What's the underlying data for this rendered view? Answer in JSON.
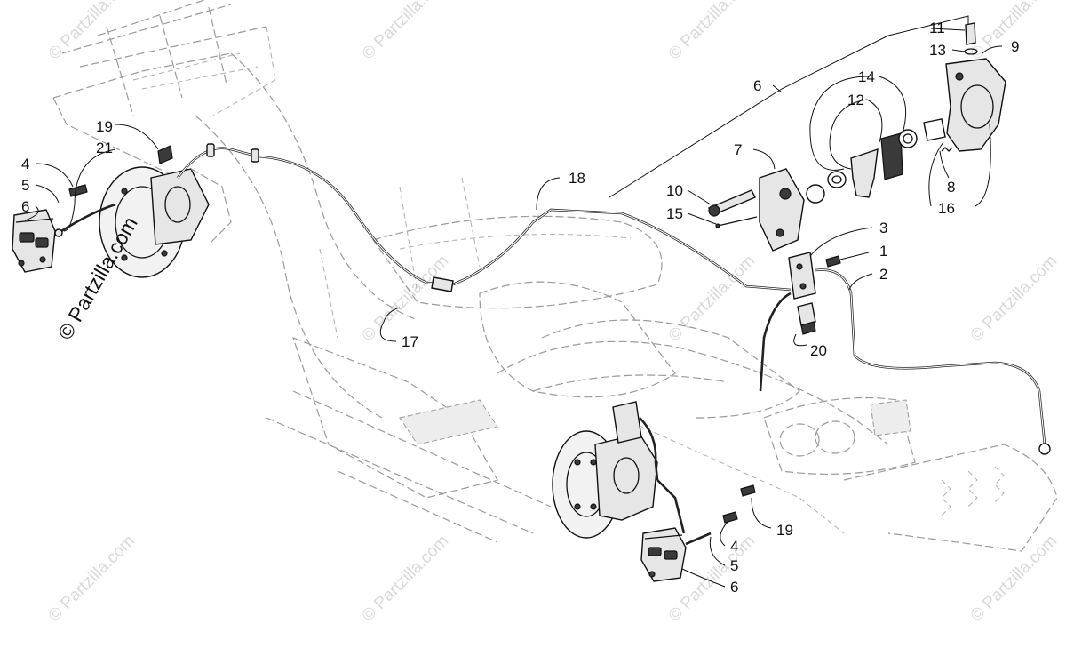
{
  "diagram": {
    "brand_watermark": "© Partzilla.com",
    "faint_watermark": "© Partzilla.com",
    "callouts": {
      "c11": "11",
      "c13": "13",
      "c9": "9",
      "c6_top": "6",
      "c14": "14",
      "c12": "12",
      "c7": "7",
      "c8": "8",
      "c16": "16",
      "c10": "10",
      "c15": "15",
      "c18": "18",
      "c3": "3",
      "c1": "1",
      "c2": "2",
      "c20": "20",
      "c19_left": "19",
      "c21": "21",
      "c4_left": "4",
      "c5_left": "5",
      "c6_left": "6",
      "c17": "17",
      "c19_right": "19",
      "c4_right": "4",
      "c5_right": "5",
      "c6_right": "6"
    }
  }
}
